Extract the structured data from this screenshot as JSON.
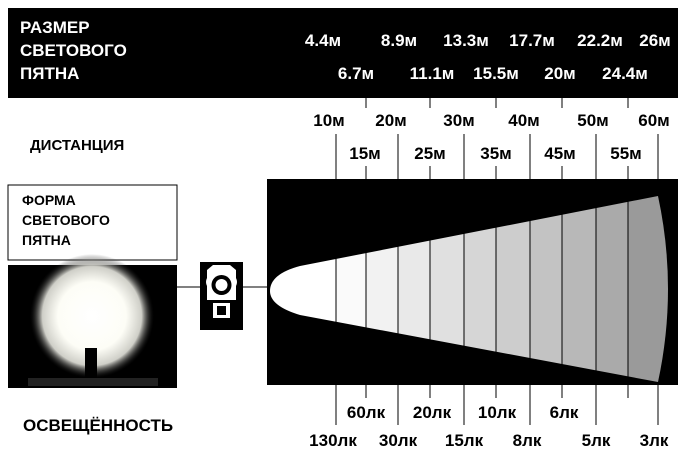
{
  "colors": {
    "band_bg": "#000000",
    "beam_bg": "#000000",
    "text_light": "#ffffff",
    "text_dark": "#000000",
    "beam_shades": [
      "#ffffff",
      "#fafafa",
      "#f0f0f0",
      "#e6e6e6",
      "#dcdcdc",
      "#d2d2d2",
      "#c8c8c8",
      "#bebebe",
      "#b4b4b4",
      "#a8a8a8",
      "#999999"
    ]
  },
  "header": {
    "title_lines": [
      "РАЗМЕР",
      "СВЕТОВОГО",
      "ПЯТНА"
    ]
  },
  "spot_sizes_top": [
    "4.4м",
    "8.9м",
    "13.3м",
    "17.7м",
    "22.2м",
    "26м"
  ],
  "spot_sizes_bottom": [
    "6.7м",
    "11.1м",
    "15.5м",
    "20м",
    "24.4м"
  ],
  "distance": {
    "label": "ДИСТАНЦИЯ",
    "top": [
      "10м",
      "20м",
      "30м",
      "40м",
      "50м",
      "60м"
    ],
    "bottom": [
      "15м",
      "25м",
      "35м",
      "45м",
      "55м"
    ]
  },
  "beam_shape": {
    "label_lines": [
      "ФОРМА",
      "СВЕТОВОГО",
      "ПЯТНА"
    ],
    "icon": "flashlight-icon",
    "photo": "light-spot-photo"
  },
  "illuminance": {
    "label": "ОСВЕЩЁННОСТЬ",
    "top": [
      "60лк",
      "20лк",
      "10лк",
      "6лк"
    ],
    "bottom": [
      "130лк",
      "30лк",
      "15лк",
      "8лк",
      "5лк",
      "3лк"
    ]
  }
}
